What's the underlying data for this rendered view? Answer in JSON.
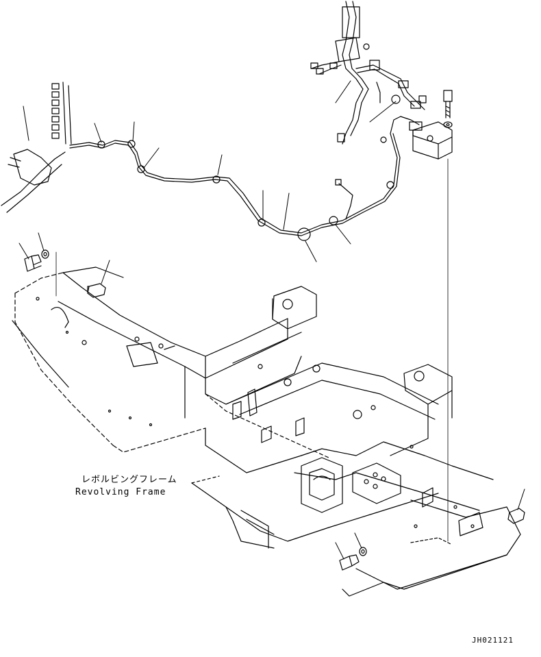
{
  "labels": {
    "frame_jp": "レボルビングフレーム",
    "frame_en": "Revolving Frame",
    "drawing_id": "JH021121"
  },
  "colors": {
    "line": "#000000",
    "background": "#ffffff"
  }
}
